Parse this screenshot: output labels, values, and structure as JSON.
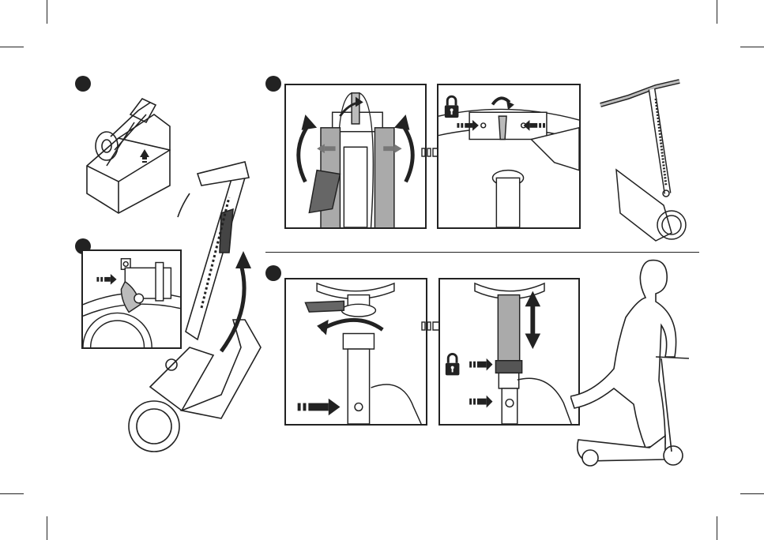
{
  "colors": {
    "ink": "#222222",
    "metal": "#8c8c8c",
    "grip": "#444444",
    "paper": "#ffffff"
  },
  "steps": [
    {
      "id": 1,
      "panel": "unboxing",
      "icon": "box-icon"
    },
    {
      "id": 2,
      "panel": "fold-release",
      "icon": "folding-lever-icon"
    },
    {
      "id": 3,
      "panel": "handlebar-unfold",
      "icons": [
        "handlebar-rotate-icon",
        "lock-icon"
      ]
    },
    {
      "id": 4,
      "panel": "height-adjust",
      "icons": [
        "clamp-rotate-icon",
        "lock-icon"
      ]
    }
  ],
  "icons": {
    "lock": "lock-icon",
    "arrow_next": "transition-arrow-icon",
    "push": "push-arrow-icon"
  }
}
